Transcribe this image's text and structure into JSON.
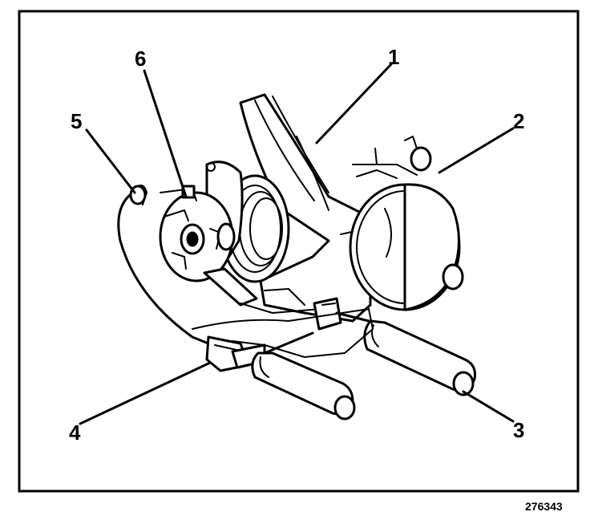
{
  "figure_number": "276343",
  "callouts": [
    {
      "id": "callout-1",
      "text": "1"
    },
    {
      "id": "callout-2",
      "text": "2"
    },
    {
      "id": "callout-3",
      "text": "3"
    },
    {
      "id": "callout-4",
      "text": "4"
    },
    {
      "id": "callout-5",
      "text": "5"
    },
    {
      "id": "callout-6",
      "text": "6"
    }
  ]
}
